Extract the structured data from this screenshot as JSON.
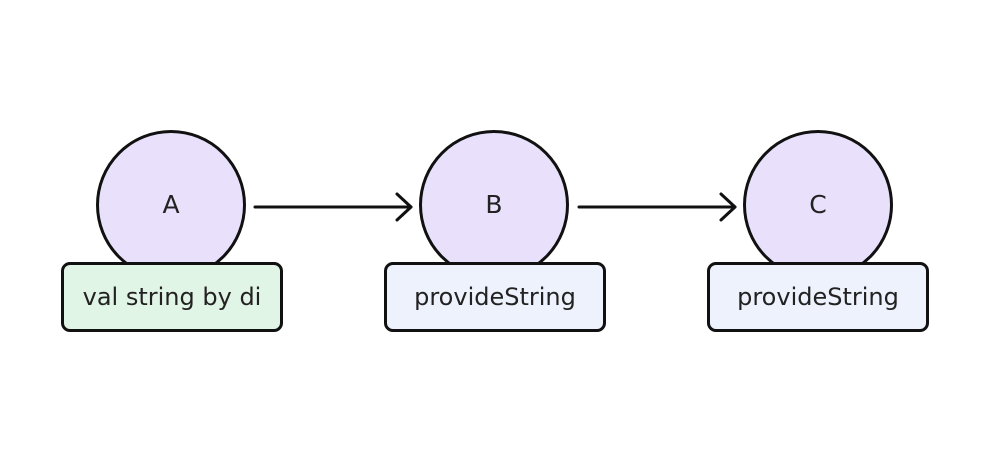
{
  "nodes": [
    {
      "id": "A",
      "label": "A",
      "note": "val string by di"
    },
    {
      "id": "B",
      "label": "B",
      "note": "provideString"
    },
    {
      "id": "C",
      "label": "C",
      "note": "provideString"
    }
  ],
  "edges": [
    {
      "from": "A",
      "to": "B"
    },
    {
      "from": "B",
      "to": "C"
    }
  ],
  "colors": {
    "circle_fill": "#e9e1fc",
    "note_a_fill": "#e1f5e6",
    "note_bc_fill": "#eef2fc",
    "stroke": "#111111"
  }
}
